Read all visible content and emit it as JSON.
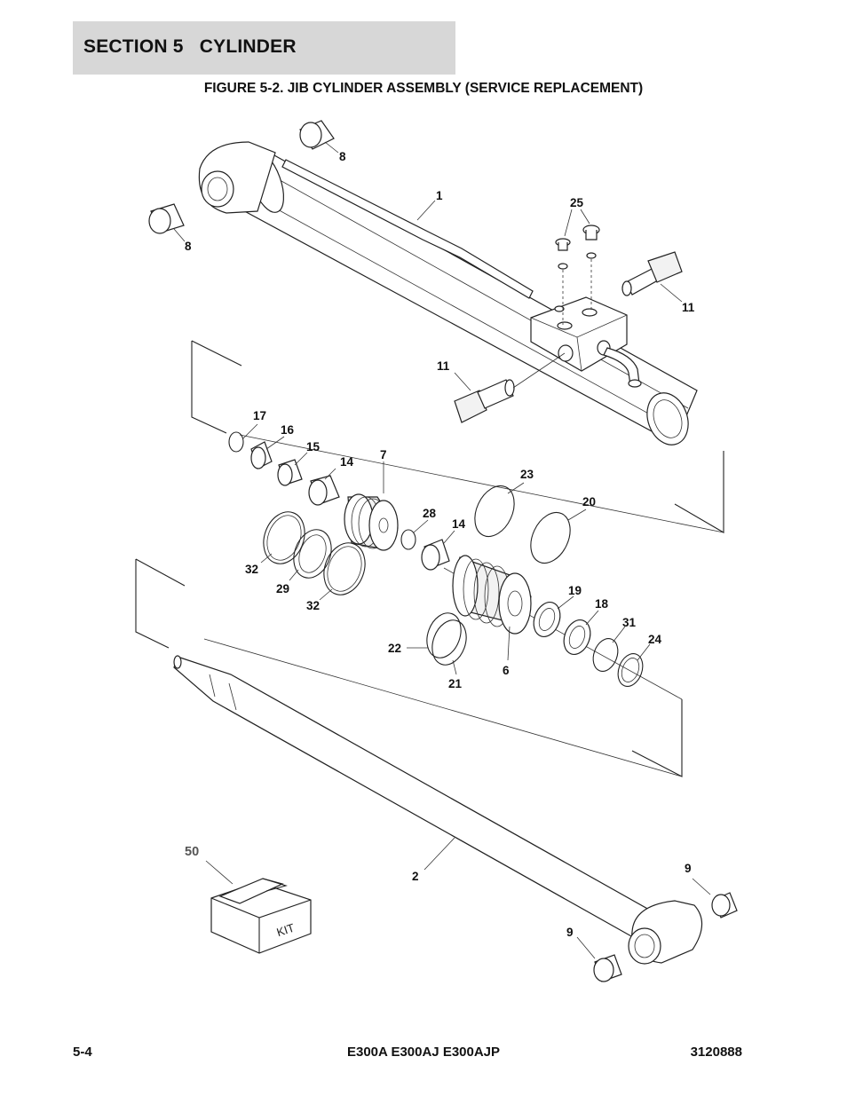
{
  "header": {
    "section_title": "SECTION 5   CYLINDER"
  },
  "figure": {
    "title": "FIGURE 5-2.  JIB CYLINDER ASSEMBLY (SERVICE REPLACEMENT)"
  },
  "kit": {
    "box_label": "KIT"
  },
  "callouts": {
    "c1": "1",
    "c2": "2",
    "c6": "6",
    "c7": "7",
    "c8a": "8",
    "c8b": "8",
    "c9a": "9",
    "c9b": "9",
    "c11a": "11",
    "c11b": "11",
    "c14a": "14",
    "c14b": "14",
    "c15": "15",
    "c16": "16",
    "c17": "17",
    "c18": "18",
    "c19": "19",
    "c20": "20",
    "c21": "21",
    "c22": "22",
    "c23": "23",
    "c24": "24",
    "c25": "25",
    "c28": "28",
    "c29": "29",
    "c31": "31",
    "c32a": "32",
    "c32b": "32",
    "c50": "50"
  },
  "footer": {
    "page_number": "5-4",
    "models": "E300A E300AJ E300AJP",
    "doc_number": "3120888"
  }
}
